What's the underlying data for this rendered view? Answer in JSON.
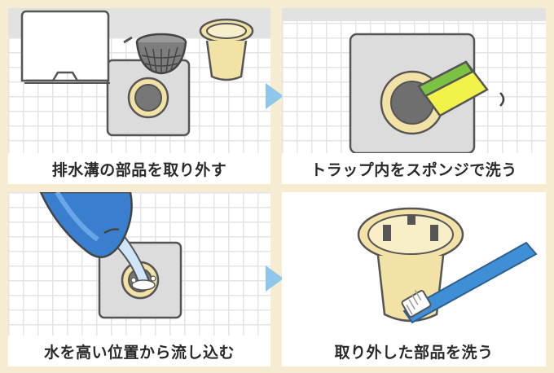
{
  "steps": [
    {
      "caption": "排水溝の部品を取り外す"
    },
    {
      "caption": "トラップ内をスポンジで洗う"
    },
    {
      "caption": "水を高い位置から流し込む"
    },
    {
      "caption": "取り外した部品を洗う"
    }
  ],
  "colors": {
    "background": "#f6ecd2",
    "panel": "#ffffff",
    "tile_grid": "#e4e4e4",
    "drain_plate": "#dcdcdc",
    "outline": "#555555",
    "trap_cream": "#f2e2a6",
    "sponge_green": "#7cc242",
    "sponge_yellow": "#f1f24a",
    "water_blue": "#3a7fcf",
    "arrow_blue": "#8ec6ec",
    "toothbrush_blue": "#3f8fd6"
  },
  "icons": [
    "drain-cover-icon",
    "basket-icon",
    "trap-cup-icon",
    "drain-icon",
    "sponge-icon",
    "water-jug-icon",
    "toothbrush-icon",
    "next-step-arrow-icon"
  ]
}
